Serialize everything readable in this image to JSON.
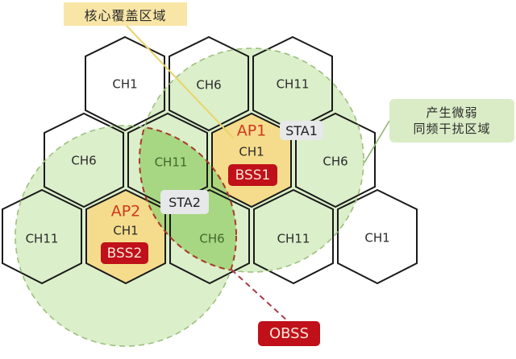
{
  "callouts": {
    "core_coverage": "核心覆盖区域",
    "weak_interference_line1": "产生微弱",
    "weak_interference_line2": "同频干扰区域",
    "obss": "OBSS"
  },
  "access_points": [
    {
      "name": "AP1",
      "channel": "CH1",
      "bss": "BSS1"
    },
    {
      "name": "AP2",
      "channel": "CH1",
      "bss": "BSS2"
    }
  ],
  "stations": [
    {
      "name": "STA1"
    },
    {
      "name": "STA2"
    }
  ],
  "cells": {
    "row1": [
      "CH1",
      "CH6",
      "CH11"
    ],
    "row2": [
      "CH6",
      "CH11",
      "CH1",
      "CH6"
    ],
    "row3": [
      "CH11",
      "CH1",
      "CH6",
      "CH11",
      "CH1"
    ]
  },
  "colors": {
    "coverage_fill": "#d7edc4",
    "coverage_stroke": "#9dbf7e",
    "ap_cell_fill": "#f4dc8c",
    "overlap_fill": "#9fd276",
    "overlap_stroke": "#a8392a",
    "bss_badge": "#c0101a",
    "ap_text": "#cf3a1a",
    "core_callout": "#f9e6a6",
    "weak_callout": "#d9ecc5",
    "sta_badge": "#e7e8ea"
  }
}
